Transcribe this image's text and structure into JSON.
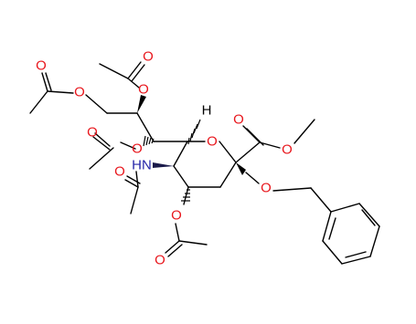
{
  "colors": {
    "bond": "#000000",
    "oxygen": "#e8161c",
    "nitrogen": "#2424a8",
    "carbon": "#000000"
  },
  "atom_labels": {
    "O_top_ester_carbonyl": "O",
    "O_top_ester": "O",
    "O_left_ester": "O",
    "O_left_carbonyl": "O",
    "H_anomeric": "H",
    "O_ring": "O",
    "O_methyl_ester_carbonyl": "O",
    "O_methyl_ester": "O",
    "O_side_chain": "O",
    "O_side_carbonyl": "O",
    "NH": "HN",
    "O_amide": "O",
    "O_benzyloxy": "O",
    "O_lower_ester": "O",
    "O_lower_carbonyl": "O"
  }
}
